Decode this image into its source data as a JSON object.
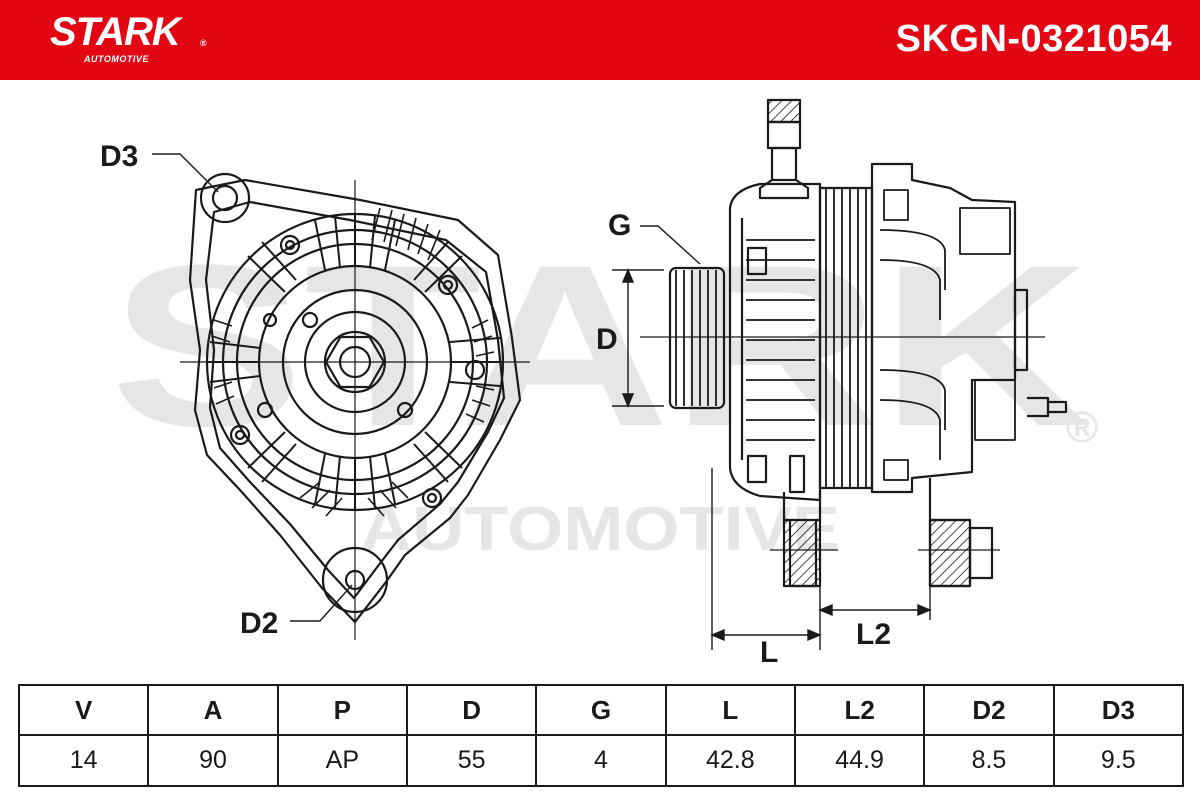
{
  "header": {
    "brand_name": "STARK",
    "brand_registered": "®",
    "brand_subtitle": "AUTOMOTIVE",
    "part_number": "SKGN-0321054"
  },
  "watermark": {
    "line1": "STARK",
    "line2": "AUTOMOTIVE",
    "registered": "®"
  },
  "drawing": {
    "labels": {
      "d3": "D3",
      "d2": "D2",
      "g": "G",
      "d": "D",
      "l": "L",
      "l2": "L2"
    }
  },
  "spec_table": {
    "headers": [
      "V",
      "A",
      "P",
      "D",
      "G",
      "L",
      "L2",
      "D2",
      "D3"
    ],
    "values": [
      "14",
      "90",
      "AP",
      "55",
      "4",
      "42.8",
      "44.9",
      "8.5",
      "9.5"
    ]
  },
  "colors": {
    "brand_red": "#e30613",
    "line": "#1a1a1a",
    "watermark": "#e6e6e6"
  }
}
